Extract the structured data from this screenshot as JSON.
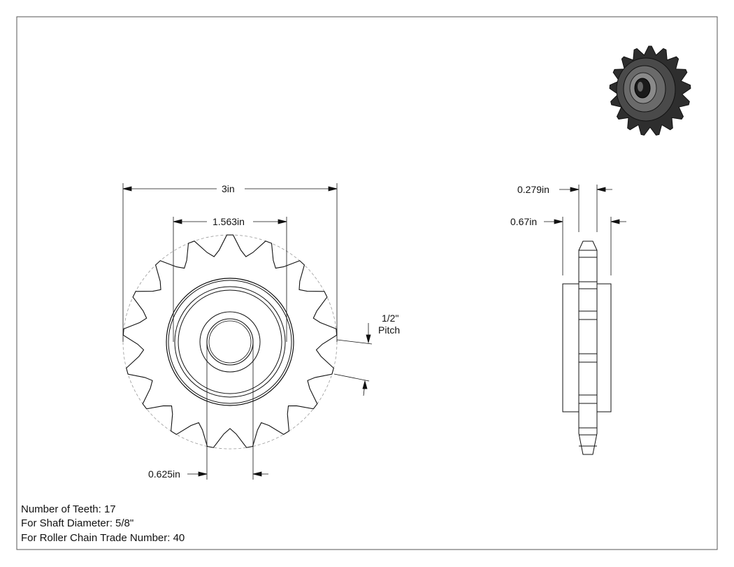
{
  "front_view": {
    "outer_diameter_label": "3in",
    "hub_diameter_label": "1.563in",
    "bore_label": "0.625in",
    "pitch_value": "1/2\"",
    "pitch_word": "Pitch"
  },
  "side_view": {
    "tooth_width_label": "0.279in",
    "hub_width_label": "0.67in"
  },
  "notes": [
    "Number of Teeth: 17",
    "For Shaft Diameter: 5/8\"",
    "For Roller Chain Trade Number: 40"
  ],
  "teeth_count": 17
}
